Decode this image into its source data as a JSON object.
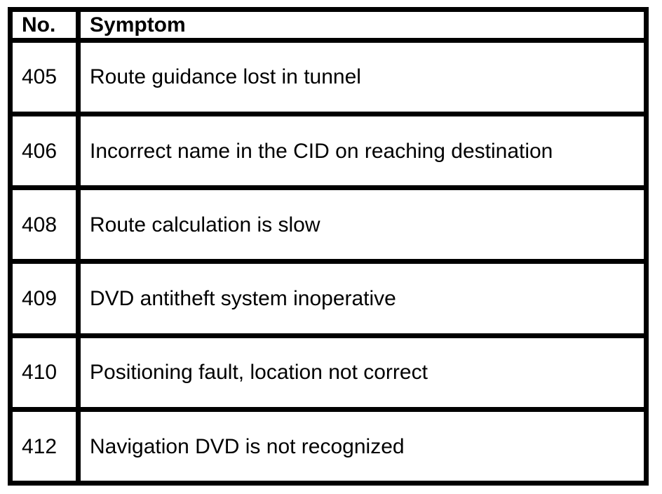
{
  "colors": {
    "border": "#000000",
    "background": "#ffffff",
    "text": "#000000"
  },
  "table": {
    "columns": [
      {
        "label": "No."
      },
      {
        "label": "Symptom"
      }
    ],
    "rows": [
      {
        "no": "405",
        "symptom": "Route guidance lost in tunnel"
      },
      {
        "no": "406",
        "symptom": "Incorrect name in the CID on reaching destination"
      },
      {
        "no": "408",
        "symptom": "Route calculation is slow"
      },
      {
        "no": "409",
        "symptom": "DVD antitheft system inoperative"
      },
      {
        "no": "410",
        "symptom": "Positioning fault, location not correct"
      },
      {
        "no": "412",
        "symptom": "Navigation DVD is not recognized"
      }
    ]
  }
}
